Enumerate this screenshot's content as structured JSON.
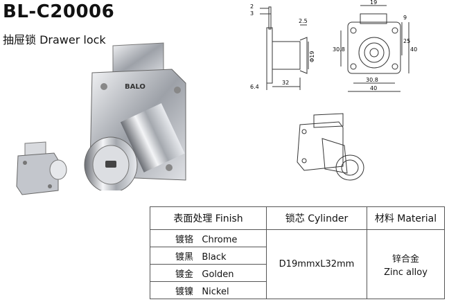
{
  "header": {
    "model": "BL-C20006",
    "name": "抽屉锁 Drawer lock"
  },
  "photo": {
    "brand": "BALO"
  },
  "dimensions": {
    "side": [
      "2",
      "3",
      "2.5",
      "Φ19",
      "32",
      "6.4"
    ],
    "front": [
      "19",
      "9",
      "25",
      "40",
      "30.8",
      "30.8",
      "40"
    ]
  },
  "spec_table": {
    "headers": [
      "表面处理 Finish",
      "锁芯 Cylinder",
      "材料 Material"
    ],
    "finishes": [
      "镀铬   Chrome",
      "镀黑   Black",
      "镀金   Golden",
      "镀镍   Nickel"
    ],
    "cylinder": "D19mmxL32mm",
    "material_cn": "锌合金",
    "material_en": "Zinc alloy"
  },
  "colors": {
    "chrome": "#c9ccd2",
    "line": "#333333"
  }
}
